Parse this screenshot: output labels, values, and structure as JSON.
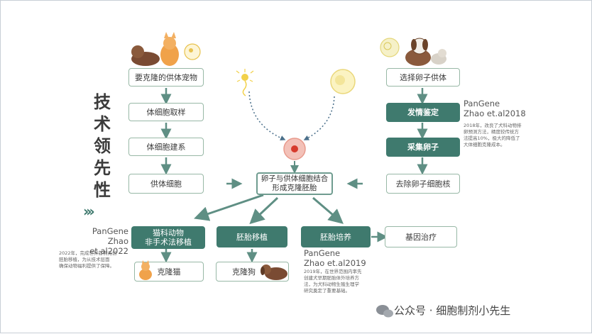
{
  "vertical_title": "技术领先性",
  "chevrons": "›››",
  "left_column": [
    "要克隆的供体宠物",
    "体细胞取样",
    "体细胞建系",
    "供体细胞"
  ],
  "right_column": [
    "选择卵子供体",
    "发情鉴定",
    "采集卵子",
    "去除卵子细胞核"
  ],
  "center_node": "卵子与供体细胞结合\n形成克隆胚胎",
  "bottom_row": [
    "猫科动物\n非手术法移植",
    "胚胎移植",
    "胚胎培养",
    "基因治疗"
  ],
  "outcomes": [
    "克隆猫",
    "克隆狗"
  ],
  "citations": {
    "top_right": "PanGene\nZhao et.al2018",
    "bottom_left": "PanGene\nZhao et.al2022",
    "bottom_middle": "PanGene\nZhao et.al2019"
  },
  "notes": {
    "top_right": "2018年，改良了犬科动物排\n卵预测方法，精度较传统方\n法提高10%，极大的降低了\n大体细胞克隆成本。",
    "bottom_left": "2022年，完成世界首例无创\n胚胎移植，为从技术层面\n确保动物福利提供了保障。",
    "bottom_middle": "2019年，在世界范围内率先\n创建犬早期胚胎体外培养方\n法，为犬科动物生殖生理学\n研究奠定了重要基础。"
  },
  "watermark": "公众号 · 细胞制剂小先生",
  "icons": {
    "pets_left": "cat-and-dog-illustration",
    "pets_right": "dog-and-cat-illustration",
    "sperm": "sperm-cell-icon",
    "egg": "egg-cell-icon",
    "embryo": "embryo-cell-icon",
    "kitten": "kitten-icon",
    "puppy": "puppy-icon",
    "wechat": "wechat-logo-icon"
  },
  "colors": {
    "accent": "#3f7a6e",
    "border": "#98b8a6",
    "arrow": "#5f8f84"
  }
}
